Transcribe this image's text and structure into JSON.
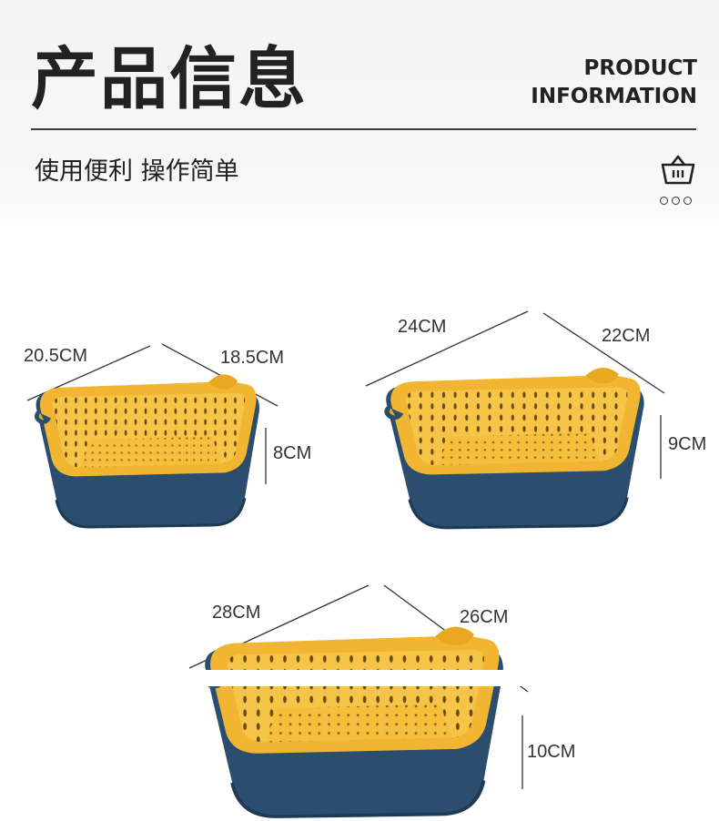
{
  "header": {
    "title_cn": "产品信息",
    "title_en_line1": "PRODUCT",
    "title_en_line2": "INFORMATION",
    "subtitle": "使用便利 操作简单",
    "icon": "basket-icon"
  },
  "colors": {
    "bowl_blue": "#2b4d6e",
    "basket_yellow": "#f2b531",
    "hole_dark": "#6b4a10"
  },
  "products": [
    {
      "width_label": "20.5CM",
      "depth_label": "18.5CM",
      "height_label": "8CM"
    },
    {
      "width_label": "24CM",
      "depth_label": "22CM",
      "height_label": "9CM"
    },
    {
      "width_label": "28CM",
      "depth_label": "26CM",
      "height_label": "10CM"
    }
  ]
}
